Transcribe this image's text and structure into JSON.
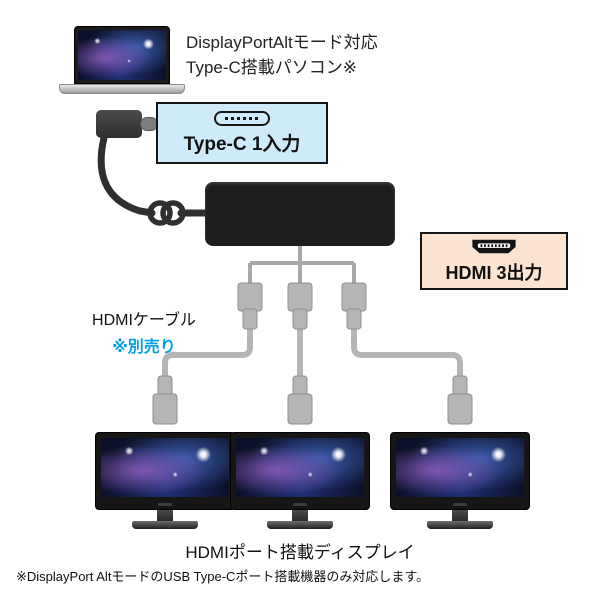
{
  "top_caption": {
    "line1": "DisplayPortAltモード対応",
    "line2": "Type-C搭載パソコン※"
  },
  "typec_box": {
    "label": "Type-C 1入力"
  },
  "hdmi_box": {
    "label": "HDMI 3出力"
  },
  "cable_note": {
    "line1": "HDMIケーブル",
    "line2": "※別売り"
  },
  "display_caption": "HDMIポート搭載ディスプレイ",
  "footnote": "※DisplayPort AltモードのUSB Type-Cポート搭載機器のみ対応します。",
  "icons": {
    "usb_c_port": "usb-c-port-icon",
    "hdmi_port": "hdmi-port-icon"
  },
  "colors": {
    "typec_box_bg": "#cfeaf8",
    "hdmi_box_bg": "#fce4d2",
    "accent_blue": "#00a0e9",
    "adapter_black": "#1e1e1e",
    "cable_gray": "#b5b5b5",
    "line_gray": "#a8a8a8",
    "cord_dark": "#2f2f2f"
  }
}
